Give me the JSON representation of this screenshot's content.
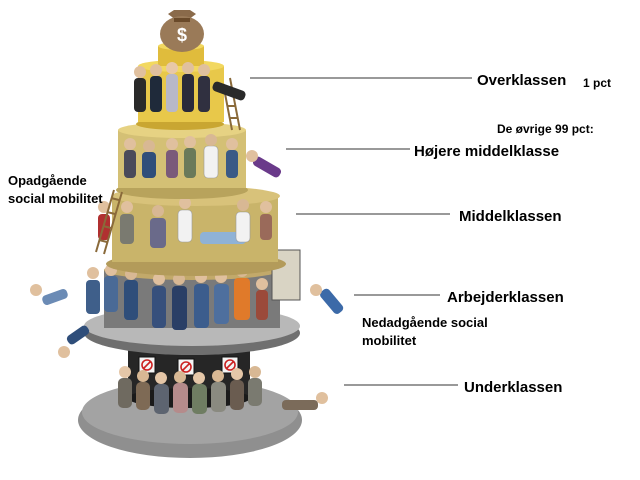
{
  "labels": {
    "overklassen": "Overklassen",
    "overklassen_pct": "1 pct",
    "ovrige": "De øvrige 99 pct:",
    "hojere": "Højere middelklasse",
    "middel": "Middelklassen",
    "arbejder": "Arbejderklassen",
    "under": "Underklassen",
    "opad_line1": "Opadgående",
    "opad_line2": "social mobilitet",
    "nedad_line1": "Nedadgående social",
    "nedad_line2": "mobilitet"
  },
  "moneybag_symbol": "$",
  "colors": {
    "gold_tier": "#e8c84a",
    "olive_tier": "#c9b46a",
    "grey_tier": "#8e8e8e",
    "dark_base": "#2a2a2a",
    "shadow_base": "#9a9a9a",
    "line": "#333333"
  },
  "sign_icons": [
    "no-sign-icon",
    "no-sign-icon",
    "no-sign-icon"
  ]
}
